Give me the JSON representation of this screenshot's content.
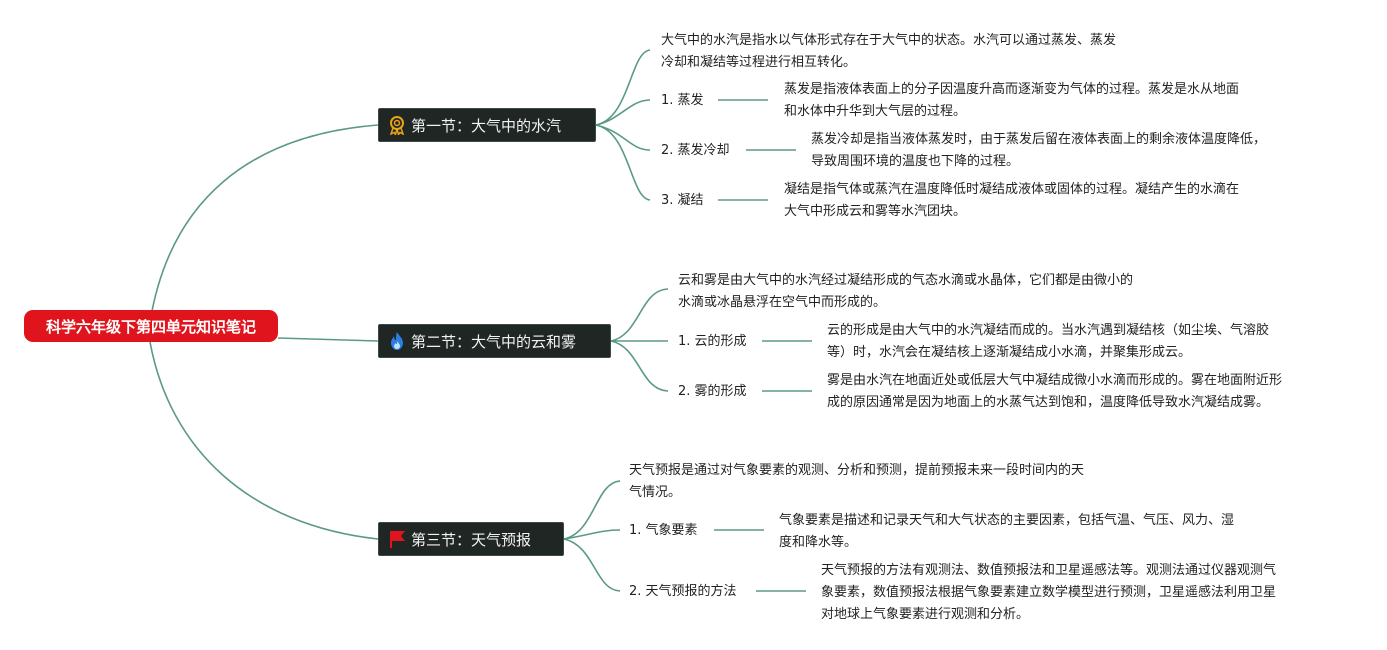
{
  "root": {
    "title": "科学六年级下第四单元知识笔记"
  },
  "sections": [
    {
      "title": "第一节：大气中的水汽",
      "icon": "award-ribbon-icon",
      "intro": "大气中的水汽是指水以气体形式存在于大气中的状态。水汽可以通过蒸发、蒸发\n冷却和凝结等过程进行相互转化。",
      "items": [
        {
          "label": "1. 蒸发",
          "desc": "蒸发是指液体表面上的分子因温度升高而逐渐变为气体的过程。蒸发是水从地面\n和水体中升华到大气层的过程。"
        },
        {
          "label": "2. 蒸发冷却",
          "desc": "蒸发冷却是指当液体蒸发时，由于蒸发后留在液体表面上的剩余液体温度降低，\n导致周围环境的温度也下降的过程。"
        },
        {
          "label": "3. 凝结",
          "desc": "凝结是指气体或蒸汽在温度降低时凝结成液体或固体的过程。凝结产生的水滴在\n大气中形成云和雾等水汽团块。"
        }
      ]
    },
    {
      "title": "第二节：大气中的云和雾",
      "icon": "flame-icon",
      "intro": "云和雾是由大气中的水汽经过凝结形成的气态水滴或水晶体，它们都是由微小的\n水滴或冰晶悬浮在空气中而形成的。",
      "items": [
        {
          "label": "1. 云的形成",
          "desc": "云的形成是由大气中的水汽凝结而成的。当水汽遇到凝结核（如尘埃、气溶胶\n等）时，水汽会在凝结核上逐渐凝结成小水滴，并聚集形成云。"
        },
        {
          "label": "2. 雾的形成",
          "desc": "雾是由水汽在地面近处或低层大气中凝结成微小水滴而形成的。雾在地面附近形\n成的原因通常是因为地面上的水蒸气达到饱和，温度降低导致水汽凝结成雾。"
        }
      ]
    },
    {
      "title": "第三节：天气预报",
      "icon": "red-flag-icon",
      "intro": "天气预报是通过对气象要素的观测、分析和预测，提前预报未来一段时间内的天\n气情况。",
      "items": [
        {
          "label": "1. 气象要素",
          "desc": "气象要素是描述和记录天气和大气状态的主要因素，包括气温、气压、风力、湿\n度和降水等。"
        },
        {
          "label": "2. 天气预报的方法",
          "desc": "天气预报的方法有观测法、数值预报法和卫星遥感法等。观测法通过仪器观测气\n象要素，数值预报法根据气象要素建立数学模型进行预测，卫星遥感法利用卫星\n对地球上气象要素进行观测和分析。"
        }
      ]
    }
  ],
  "colors": {
    "link": "#5b9a82",
    "root": "#e0141c",
    "section_bg": "#1f2624"
  }
}
